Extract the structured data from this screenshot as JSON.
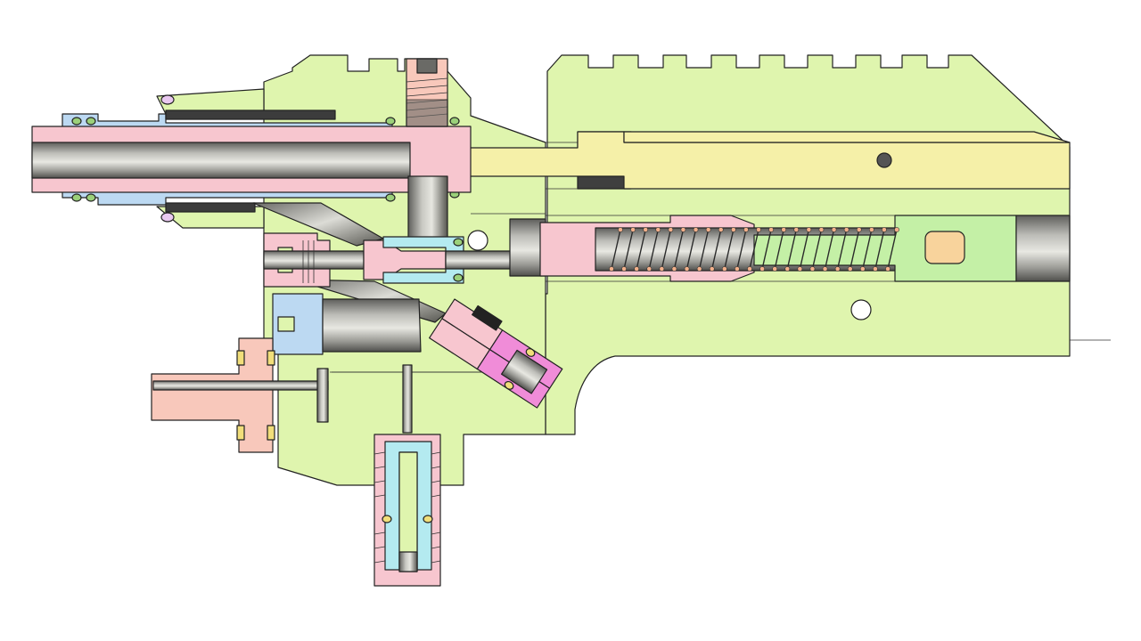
{
  "colors": {
    "body": "#dff5ae",
    "block_yellow": "#f5f0a8",
    "pink": "#f7c6cf",
    "blue": "#bcd9f2",
    "cyan": "#b4eaf0",
    "magenta": "#f08cd8",
    "salmon": "#f8c8bb",
    "green_piston": "#c4f0a6",
    "orange_slot": "#f8d39c",
    "steel": "#8c8c88"
  },
  "parts": [
    "main-body",
    "barrel-tube",
    "barrel-fitting",
    "sliding-block",
    "spring-chamber",
    "piston",
    "top-screw",
    "poppet-valve",
    "angled-valve",
    "side-inlet-fitting",
    "bottom-fitting",
    "blue-plug"
  ]
}
